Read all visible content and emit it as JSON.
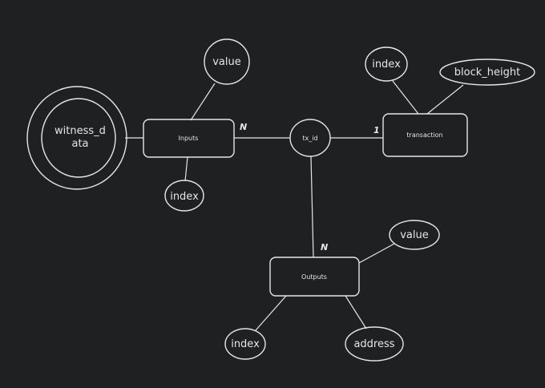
{
  "colors": {
    "background": "#1e2022",
    "stroke": "#e6e6e6"
  },
  "entities": {
    "inputs": "Inputs",
    "outputs": "Outputs",
    "transaction": "transaction",
    "tx_id": "tx_id",
    "witness_data_line1": "witness_d",
    "witness_data_line2": "ata"
  },
  "attributes": {
    "inputs_value": "value",
    "inputs_index": "index",
    "transaction_index": "index",
    "transaction_block_height": "block_height",
    "outputs_value": "value",
    "outputs_index": "index",
    "outputs_address": "address"
  },
  "cardinality": {
    "inputs_side": "N",
    "transaction_side": "1",
    "outputs_side": "N"
  }
}
